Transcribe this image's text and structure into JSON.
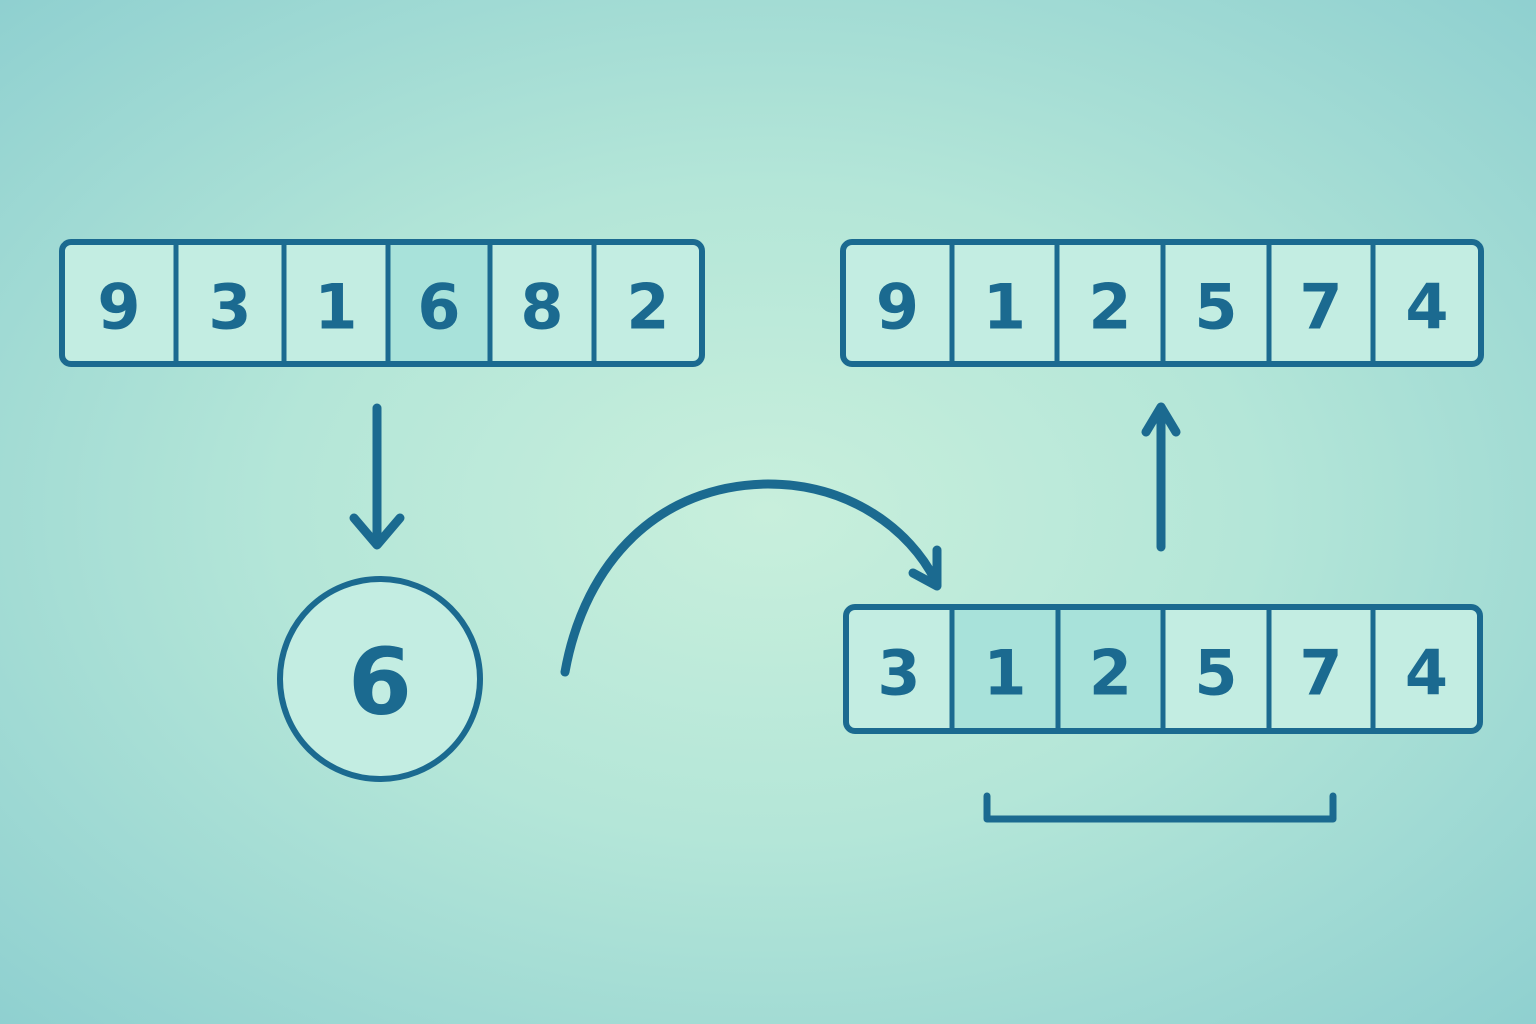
{
  "colors": {
    "stroke": "#1b6a90",
    "cell": "#c3ede2",
    "highlight": "#a8e2da"
  },
  "arrays": {
    "input": {
      "values": [
        "9",
        "3",
        "1",
        "6",
        "8",
        "2"
      ],
      "highlighted": [
        3
      ]
    },
    "partitioned": {
      "values": [
        "3",
        "1",
        "2",
        "5",
        "7",
        "4"
      ],
      "highlighted": [
        1,
        2
      ]
    },
    "result": {
      "values": [
        "9",
        "1",
        "2",
        "5",
        "7",
        "4"
      ],
      "highlighted": []
    }
  },
  "pivot": {
    "value": "6"
  },
  "icons": [
    "arrow-down-icon",
    "curved-arrow-icon",
    "arrow-up-icon",
    "bracket-icon"
  ]
}
